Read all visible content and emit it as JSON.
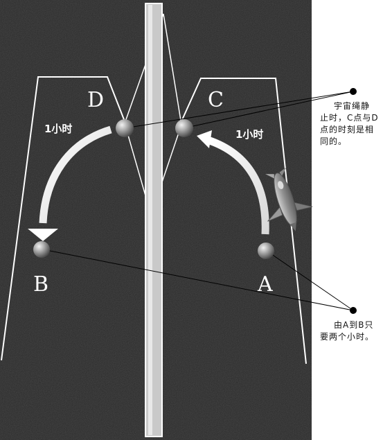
{
  "colors": {
    "space": "#2b2b2b",
    "page": "#ffffff",
    "line": "#ffffff",
    "sphere": "#9a9a9a",
    "leader": "#000000"
  },
  "labels": {
    "point_a": "A",
    "point_b": "B",
    "point_c": "C",
    "point_d": "D",
    "duration_left": "1小时",
    "duration_right": "1小时"
  },
  "notes": {
    "cd_line_1": "宇宙绳静",
    "cd_line_2": "止时，C点与D",
    "cd_line_3": "点的时刻是相",
    "cd_line_4": "同的。",
    "ab_line_1": "由A到B只",
    "ab_line_2": "要两个小时。"
  },
  "icons": {
    "rocket": "rocket-icon"
  }
}
